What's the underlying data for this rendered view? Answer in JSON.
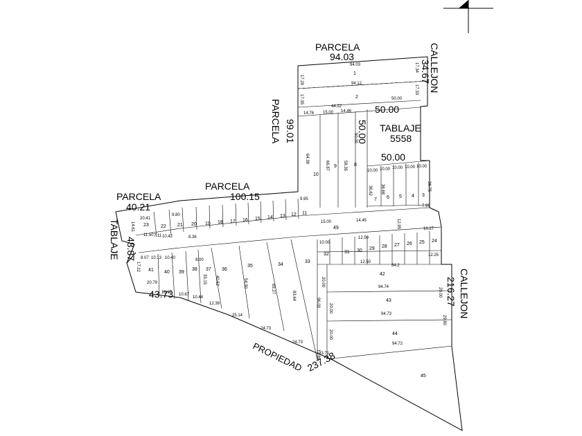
{
  "labels": {
    "parcela_top": "PARCELA",
    "parcela_top_dim": "94.03",
    "callejon_right_top": "CALLEJON",
    "callejon_right_top_dim": "34.67",
    "parcela_mid_vertical": "PARCELA",
    "parcela_mid_vertical_dim": "99.01",
    "dim_50_a": "50.00",
    "tablaje_top": "TABLAJE",
    "tablaje_top_num": "5558",
    "dim_50_b": "50.00",
    "parcela_center": "PARCELA",
    "parcela_center_dim": "100.15",
    "parcela_left": "PARCELA",
    "parcela_left_dim": "40.21",
    "tablaje_left": "TABLAJE",
    "tablaje_left_dim": "48.87",
    "bottom_left_dim": "43.73",
    "propiedad": "PROPIEDAD",
    "propiedad_dim": "237.38",
    "callejon_right": "CALLEJON",
    "callejon_right_dim": "216.27"
  },
  "lots": {
    "l1": "1",
    "l2": "2",
    "l3": "3",
    "l4": "4",
    "l5": "5",
    "l6": "6",
    "l7": "7",
    "l8": "8",
    "l9": "9",
    "l10": "10",
    "l11": "11",
    "l12": "12",
    "l13": "13",
    "l14": "14",
    "l15": "15",
    "l16": "16",
    "l17": "17",
    "l18": "18",
    "l19": "19",
    "l20": "20",
    "l21": "21",
    "l22": "22",
    "l23": "23",
    "l24": "24",
    "l25": "25",
    "l26": "26",
    "l27": "27",
    "l28": "28",
    "l29": "29",
    "l30": "30",
    "l31": "31",
    "l32": "32",
    "l33": "33",
    "l34": "34",
    "l35": "35",
    "l36": "36",
    "l37": "37",
    "l38": "38",
    "l39": "39",
    "l40": "40",
    "l41": "41",
    "l42": "42",
    "l43": "43",
    "l44": "44",
    "l45": "45",
    "l49": "49"
  },
  "dims": {
    "d_94_03": "94.03",
    "d_94_12": "94.12",
    "d_17_34": "17.34",
    "d_17_33": "17.33",
    "d_17_29": "17.29",
    "d_17_35": "17.35",
    "d_50_00": "50.00",
    "d_44_22": "44.22",
    "d_14_76": "14.76",
    "d_15_00": "15.00",
    "d_14_46": "14.46",
    "d_64_39": "64.39",
    "d_66_87": "66.87",
    "d_58_35": "58.35",
    "d_10_00": "10.00",
    "d_36_62": "36.62",
    "d_36_68": "36.68",
    "d_36_75": "36.75",
    "d_7_99": "7.99",
    "d_9_95": "9.95",
    "d_24_50": "24.50",
    "d_15_00b": "15.00",
    "d_14_45": "14.45",
    "d_12_95": "12.95",
    "d_10_27": "10.27",
    "d_20_41": "20.41",
    "d_9_80": "9.80",
    "d_14_61": "14.61",
    "d_11_50": "11.50",
    "d_7_11": "7.11",
    "d_10_42": "10.42",
    "d_8_36": "8.36",
    "d_12_25": "12.25",
    "d_12_50": "12.50",
    "d_94_74": "94.74",
    "d_94_73": "94.73",
    "d_94_72": "94.72",
    "d_20_00": "20.00",
    "d_96_00": "96.00",
    "d_83_64": "83.64",
    "d_69_27": "69.27",
    "d_54_90": "54.90",
    "d_40_62": "40.62",
    "d_33_15": "33.15",
    "d_24_73": "24.73",
    "d_25_14": "25.14",
    "d_23_71": "23.71",
    "d_12_39": "12.39",
    "d_10_44": "10.44",
    "d_10_67": "10.67",
    "d_20_79": "20.79",
    "d_8_07": "8.07",
    "d_10_13": "10.13",
    "d_10_40": "10.40",
    "d_17_22": "17.22",
    "d_8_00": "8.00",
    "d_12_89": "12.89",
    "d_29_80": "29.80",
    "d_84_2": "84.2"
  }
}
